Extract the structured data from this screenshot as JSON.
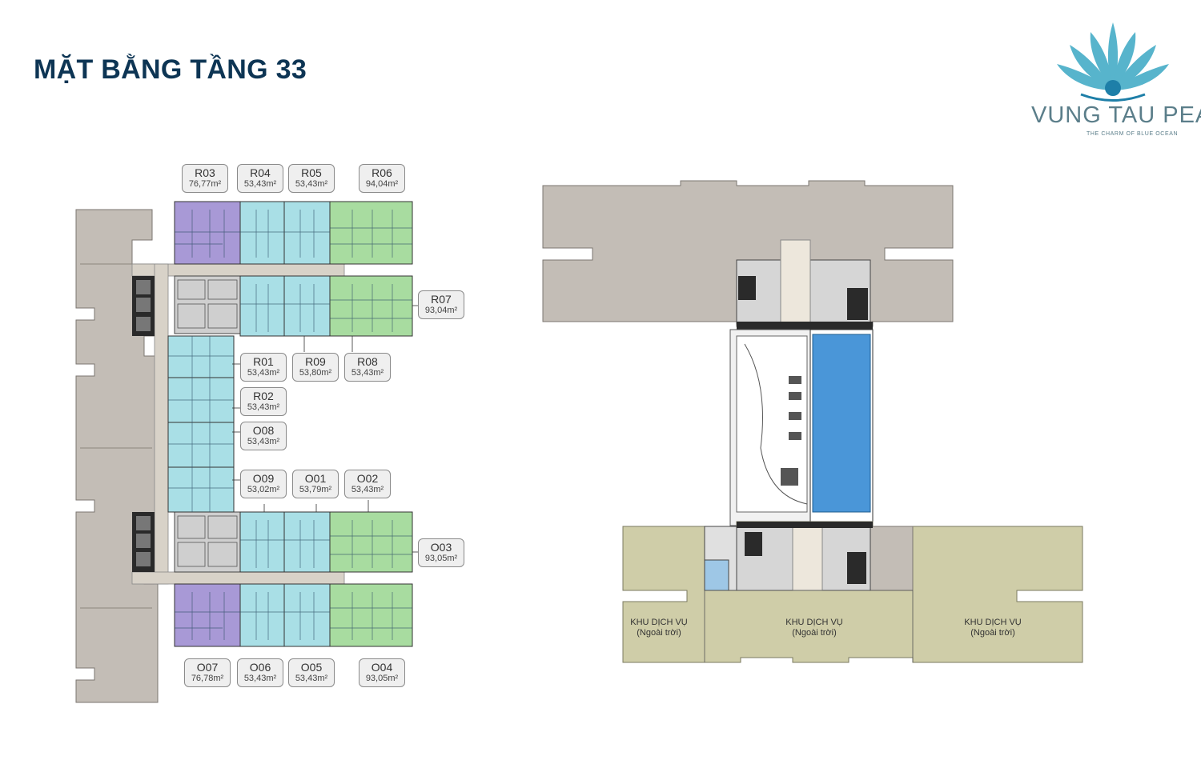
{
  "page": {
    "title": "MẶT BẰNG TẦNG 33"
  },
  "brand": {
    "name": "VUNG TAU PEA",
    "tagline": "THE CHARM OF BLUE OCEAN"
  },
  "colors": {
    "title": "#0d3554",
    "purple_unit": "#a899d6",
    "cyan_unit": "#a9dfe6",
    "green_unit": "#a8dca0",
    "corridor": "#d8d2c8",
    "grey_tower": "#c3bdb6",
    "olive_zone": "#cfcda8",
    "pool": "#4a96d8"
  },
  "units": [
    {
      "code": "R03",
      "area": "76,77m²"
    },
    {
      "code": "R04",
      "area": "53,43m²"
    },
    {
      "code": "R05",
      "area": "53,43m²"
    },
    {
      "code": "R06",
      "area": "94,04m²"
    },
    {
      "code": "R07",
      "area": "93,04m²"
    },
    {
      "code": "R01",
      "area": "53,43m²"
    },
    {
      "code": "R09",
      "area": "53,80m²"
    },
    {
      "code": "R08",
      "area": "53,43m²"
    },
    {
      "code": "R02",
      "area": "53,43m²"
    },
    {
      "code": "O08",
      "area": "53,43m²"
    },
    {
      "code": "O09",
      "area": "53,02m²"
    },
    {
      "code": "O01",
      "area": "53,79m²"
    },
    {
      "code": "O02",
      "area": "53,43m²"
    },
    {
      "code": "O03",
      "area": "93,05m²"
    },
    {
      "code": "O07",
      "area": "76,78m²"
    },
    {
      "code": "O06",
      "area": "53,43m²"
    },
    {
      "code": "O05",
      "area": "53,43m²"
    },
    {
      "code": "O04",
      "area": "93,05m²"
    }
  ],
  "service_zones": [
    {
      "name": "KHU DỊCH VỤ",
      "note": "(Ngoài trời)"
    },
    {
      "name": "KHU DỊCH VỤ",
      "note": "(Ngoài trời)"
    },
    {
      "name": "KHU DỊCH VỤ",
      "note": "(Ngoài trời)"
    }
  ]
}
